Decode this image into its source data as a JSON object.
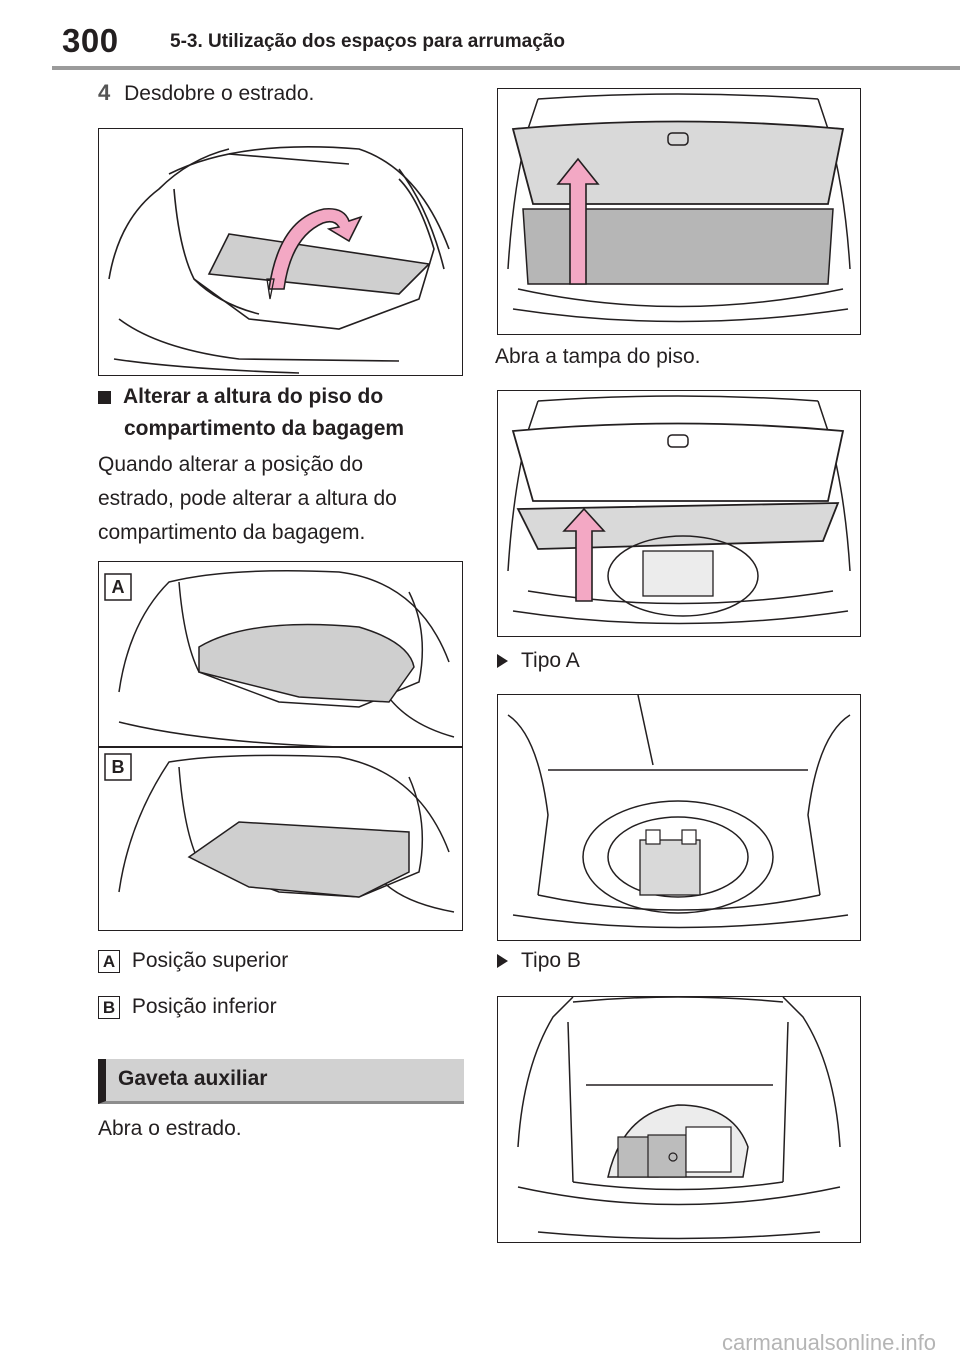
{
  "header": {
    "page_number": "300",
    "section_title": "5-3. Utilização dos espaços para arrumação"
  },
  "left": {
    "step_4": {
      "number": "4",
      "text": "Desdobre o estrado."
    },
    "subheading_line1": "Alterar a altura do piso do",
    "subheading_line2": "compartimento da bagagem",
    "paragraph": [
      "Quando alterar a posição do",
      "estrado, pode alterar a altura do",
      "compartimento da bagagem."
    ],
    "callouts": [
      {
        "label": "A",
        "text": "Posição superior"
      },
      {
        "label": "B",
        "text": "Posição inferior"
      }
    ],
    "section_heading": "Gaveta auxiliar",
    "open_text": "Abra o estrado."
  },
  "right": {
    "open_cover_text": "Abra a tampa do piso.",
    "type_a": "Tipo A",
    "type_b": "Tipo B"
  },
  "figure_labels": {
    "a": "A",
    "b": "B"
  },
  "colors": {
    "arrow_pink": "#f3a8c4",
    "panel_gray": "#cfcfcf",
    "rule_gray": "#9b9b9b"
  },
  "watermark": "carmanualsonline.info"
}
